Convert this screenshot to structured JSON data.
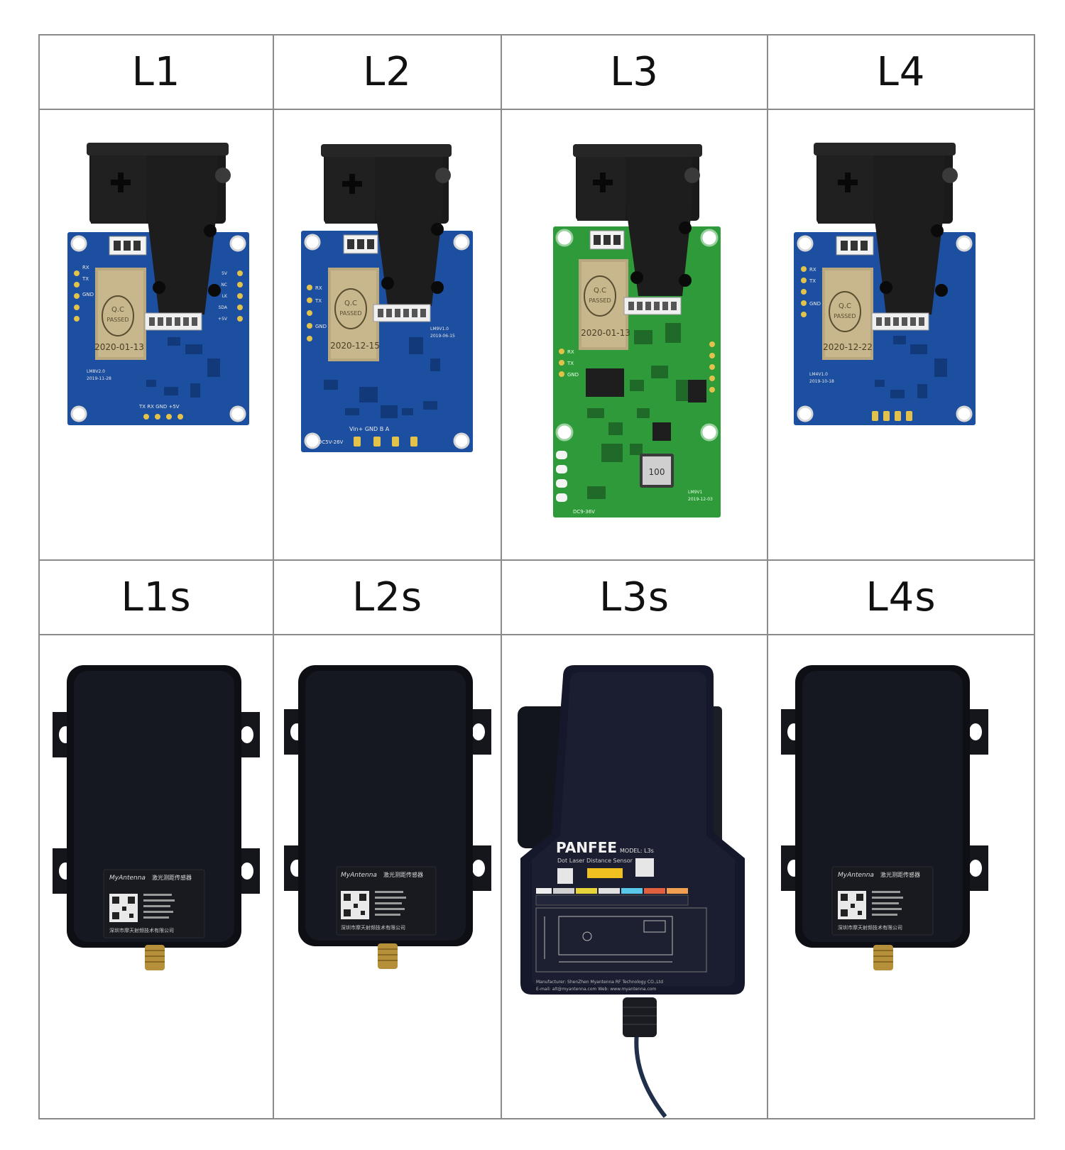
{
  "table": {
    "row1_labels": [
      "L1",
      "L2",
      "L3",
      "L4"
    ],
    "row2_labels": [
      "L1s",
      "L2s",
      "L3s",
      "L4s"
    ]
  },
  "pcb": {
    "qc_line1": "Q.C",
    "qc_line2": "PASSED",
    "dates": [
      "2020-01-13",
      "2020-12-15",
      "2020-01-13",
      "2020-12-22"
    ],
    "board_versions": [
      "LM8V2.0",
      "LM9V1.0",
      "LM9V1",
      "LM4V1.0"
    ],
    "board_dates": [
      "2019-11-28",
      "2019-06-15",
      "2019-12-03",
      "2019-10-18"
    ],
    "pin_rx": "RX",
    "pin_tx": "TX",
    "pin_gnd": "GND",
    "l1_right_pins": [
      "5V",
      "NC",
      "LK",
      "SDA",
      "+5V"
    ],
    "l1_bottom_pins": "TX RX GND +5V",
    "l2_bottom_pins": "Vin+ GND B A",
    "l2_voltage": "DC5V-26V",
    "l3_voltage": "DC9-36V",
    "l3_inductor": "100"
  },
  "enclosure": {
    "brand": "MyAntenna",
    "brand_title": "激光测距传感器",
    "company": "深圳市摩天射频技术有限公司",
    "panfee_brand": "PANFEE",
    "panfee_model": "MODEL: L3s",
    "panfee_subtitle": "Dot Laser Distance Sensor",
    "panfee_footer": "Manufacturer: ShenZhen Myantenna RF Technology CO.,Ltd",
    "panfee_web": "E-mail: alt@myantenna.com   Web: www.myantenna.com"
  },
  "colors": {
    "blue_pcb": "#1d4fa0",
    "green_pcb": "#2f9a3a",
    "lens_black": "#1a1a1a",
    "shield_gold": "#b9a780",
    "enclosure_black": "#0d0f14",
    "grid_line": "#8a8a8a"
  }
}
